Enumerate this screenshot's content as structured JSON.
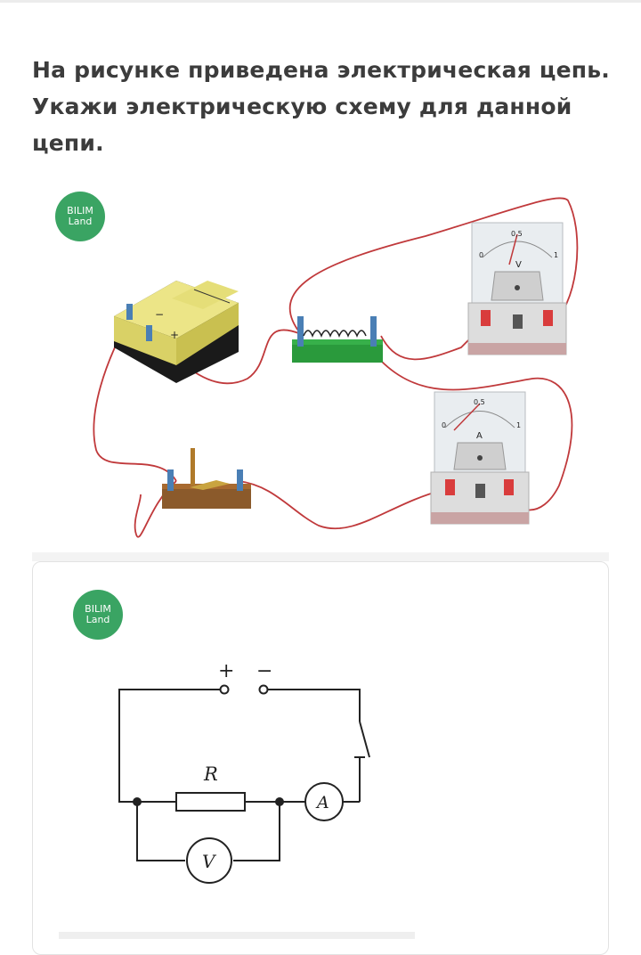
{
  "question": {
    "text": "На рисунке приведена электрическая цепь. Укажи электрическую схему для данной цепи."
  },
  "logo": {
    "line1": "BILIM",
    "line2": "Land",
    "color": "#3aa463"
  },
  "photo": {
    "voltmeter": {
      "symbol": "V",
      "mid": "0,5",
      "min": "0",
      "max": "1"
    },
    "ammeter": {
      "symbol": "A",
      "mid": "0,5",
      "min": "0",
      "max": "1"
    },
    "source": {
      "minus": "−",
      "plus": "+"
    }
  },
  "option": {
    "schematic": {
      "plus": "+",
      "minus": "−",
      "resistor_label": "R",
      "ammeter_label": "A",
      "voltmeter_label": "V"
    }
  }
}
